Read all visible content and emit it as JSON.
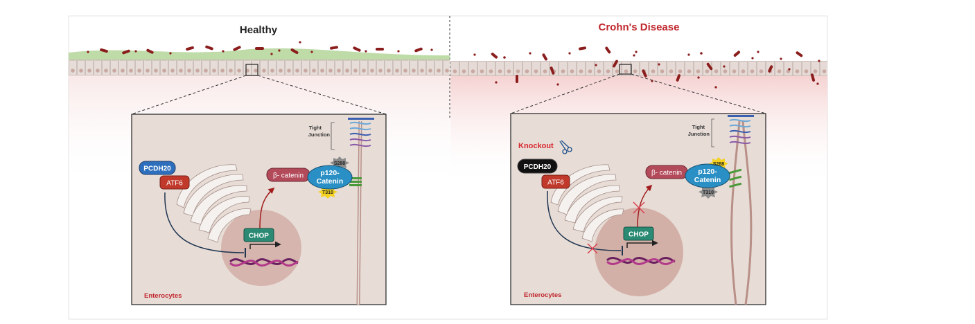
{
  "panels": {
    "healthy": {
      "title": "Healthy",
      "pcdh20": "PCDH20",
      "atf6": "ATF6",
      "beta_catenin": "β- catenin",
      "p120_line1": "p120-",
      "p120_line2": "Catenin",
      "site_s288": "S288",
      "site_t310": "T310",
      "chop": "CHOP",
      "tight_line1": "Tight",
      "tight_line2": "Junction",
      "cell_label": "Enterocytes"
    },
    "crohns": {
      "title": "Crohn's Disease",
      "knockout": "Knockout",
      "pcdh20": "PCDH20",
      "atf6": "ATF6",
      "beta_catenin": "β- catenin",
      "p120_line1": "p120-",
      "p120_line2": "Catenin",
      "site_s288": "S288",
      "site_t310": "T310",
      "chop": "CHOP",
      "tight_line1": "Tight",
      "tight_line2": "Junction",
      "cell_label": "Enterocytes"
    }
  },
  "colors": {
    "title_healthy": "#222222",
    "title_crohns": "#c0272d",
    "pcdh20_healthy": "#2e6fbd",
    "pcdh20_knockout": "#111111",
    "atf6": "#c0392b",
    "beta_catenin": "#b24a5a",
    "p120": "#2a8fc4",
    "chop": "#2a8a73",
    "phospho_active": "#f4d21f",
    "phospho_inactive": "#8c8c8c",
    "cell_fill": "#e7dcd6",
    "nucleus": "#cfa89f",
    "mucus": "#a8cf8b",
    "bacteria": "#8b1d1d",
    "inhibition": "#d94050"
  },
  "icons": [
    "scissors-icon",
    "golgi-icon",
    "dna-icon",
    "bacteria-icon",
    "tight-junction-icon"
  ]
}
